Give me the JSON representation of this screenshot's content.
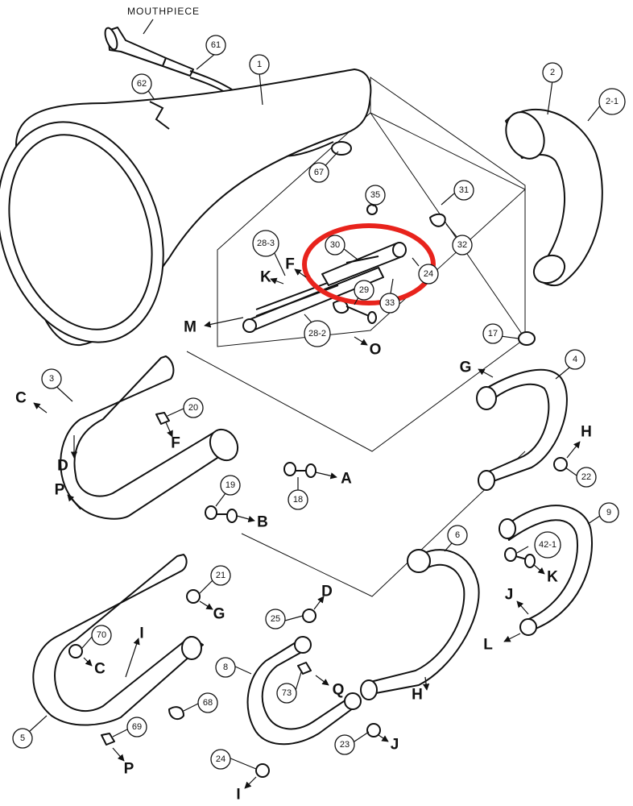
{
  "title": "MOUTHPIECE",
  "highlight_color": "#e8231c",
  "callouts": [
    "61",
    "62",
    "1",
    "67",
    "2",
    "2-1",
    "35",
    "31",
    "32",
    "30",
    "28-3",
    "29",
    "24",
    "33",
    "28-2",
    "17",
    "4",
    "3",
    "20",
    "22",
    "18",
    "19",
    "9",
    "42-1",
    "6",
    "21",
    "25",
    "70",
    "8",
    "73",
    "68",
    "69",
    "5",
    "23",
    "24"
  ],
  "connectors": [
    "K",
    "F",
    "M",
    "O",
    "G",
    "C",
    "F",
    "D",
    "A",
    "P",
    "H",
    "B",
    "K",
    "G",
    "D",
    "J",
    "L",
    "C",
    "I",
    "Q",
    "H",
    "J",
    "P",
    "I"
  ]
}
